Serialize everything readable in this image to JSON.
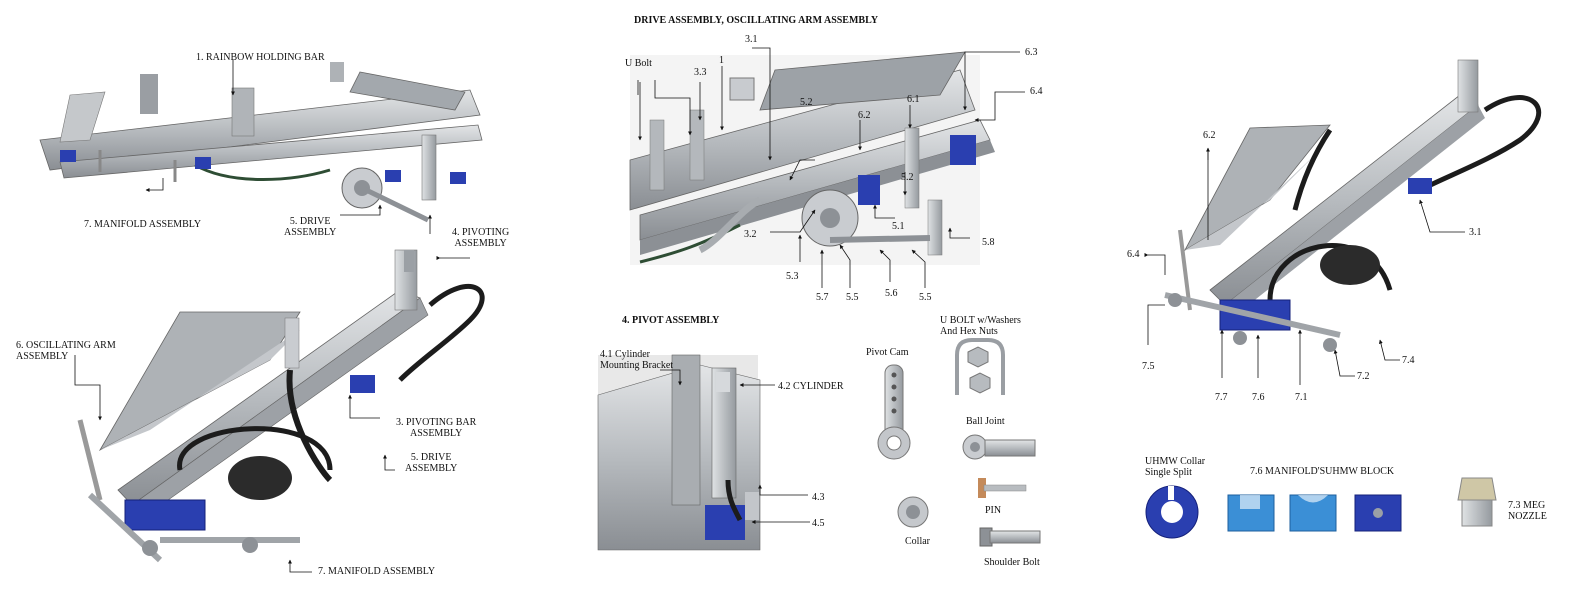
{
  "headers": {
    "drive_osc": "DRIVE ASSEMBLY, OSCILLATING ARM ASSEMBLY",
    "pivot": "4. PIVOT ASSEMBLY"
  },
  "left": {
    "rainbow": "1. RAINBOW HOLDING    BAR",
    "manifold_top": "7. MANIFOLD ASSEMBLY",
    "drive_top": "5. DRIVE\nASSEMBLY",
    "pivoting_top": "4. PIVOTING\nASSEMBLY",
    "osc_arm": "6. OSCILLATING ARM\nASSEMBLY",
    "pivot_bar": "3. PIVOTING BAR\nASSEMBLY",
    "drive_mid": "5. DRIVE\nASSEMBLY",
    "manifold_bottom": "7. MANIFOLD ASSEMBLY"
  },
  "center": {
    "u_bolt": "U Bolt",
    "n33": "3.3",
    "n1": "1",
    "n31": "3.1",
    "n63": "6.3",
    "n64": "6.4",
    "n52a": "5.2",
    "n61": "6.1",
    "n62": "6.2",
    "n52b": "5.2",
    "n51": "5.1",
    "n58": "5.8",
    "n32": "3.2",
    "n53": "5.3",
    "n57": "5.7",
    "n55a": "5.5",
    "n56": "5.6",
    "n55b": "5.5"
  },
  "pivot": {
    "cyl_bracket": "4.1 Cylinder\nMounting Bracket",
    "cylinder": "4.2 CYLINDER",
    "n43": "4.3",
    "n45": "4.5",
    "pivot_cam": "Pivot Cam",
    "u_bolt_w": "U BOLT w/Washers\nAnd Hex Nuts",
    "ball_joint": "Ball Joint",
    "pin": "PIN",
    "collar": "Collar",
    "shoulder_bolt": "Shoulder Bolt"
  },
  "right": {
    "n62": "6.2",
    "n64": "6.4",
    "n31": "3.1",
    "n75": "7.5",
    "n77": "7.7",
    "n76": "7.6",
    "n71": "7.1",
    "n72": "7.2",
    "n74": "7.4",
    "uhmw_collar": "UHMW Collar\nSingle Split",
    "manifold_block": "7.6  MANIFOLD'SUHMW BLOCK",
    "meg_nozzle": "7.3 MEG\nNOZZLE"
  },
  "colors": {
    "steel": "#b9bcbf",
    "steel_dark": "#8d9196",
    "block_blue": "#2a3fb0",
    "light_blue": "#3b8fd6",
    "hose": "#1c1c1c"
  }
}
